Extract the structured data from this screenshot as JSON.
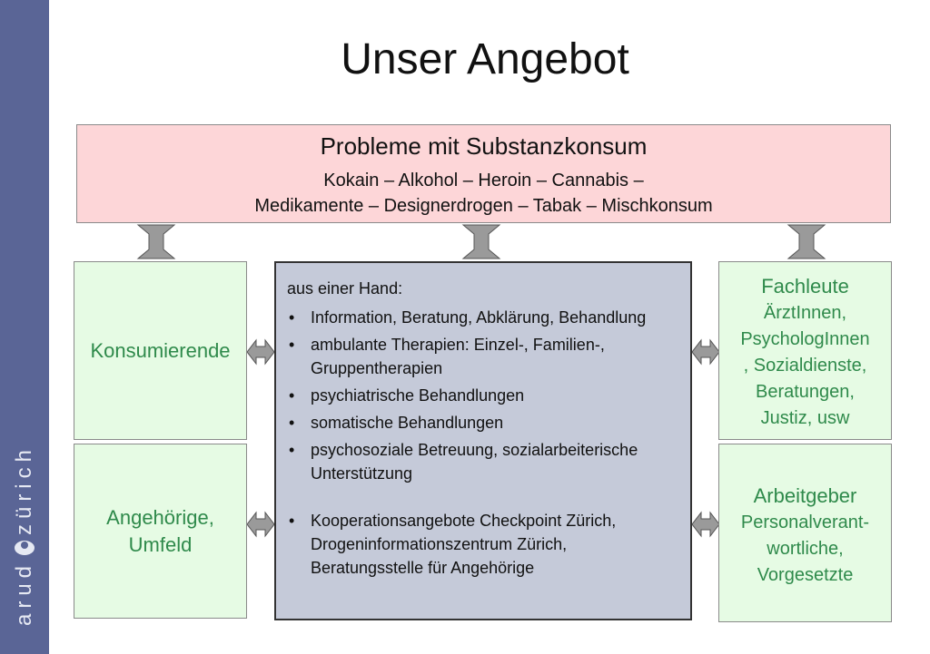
{
  "sidebar": {
    "brand_left": "arud",
    "brand_right": "zürich"
  },
  "title": "Unser Angebot",
  "top_box": {
    "heading": "Probleme mit Substanzkonsum",
    "line1": "Kokain – Alkohol – Heroin – Cannabis –",
    "line2": "Medikamente – Designerdrogen – Tabak – Mischkonsum"
  },
  "left": {
    "konsumierende": "Konsumierende",
    "angehoerige": {
      "line1": "Angehörige,",
      "line2": "Umfeld"
    }
  },
  "center": {
    "intro": "aus einer Hand:",
    "items": [
      "Information, Beratung, Abklärung, Behandlung",
      "ambulante Therapien: Einzel-, Familien-, Gruppentherapien",
      "psychiatrische Behandlungen",
      "somatische Behandlungen",
      "psychosoziale Betreuung, sozialarbeiterische Unterstützung",
      "Kooperationsangebote Checkpoint Zürich, Drogeninformationszentrum Zürich, Beratungsstelle für Angehörige"
    ]
  },
  "right": {
    "fachleute": {
      "title": "Fachleute",
      "lines": [
        "ÄrztInnen,",
        "PsychologInnen",
        ", Sozialdienste,",
        "Beratungen,",
        "Justiz, usw"
      ]
    },
    "arbeitgeber": {
      "title": "Arbeitgeber",
      "lines": [
        "Personalverant-",
        "wortliche,",
        "Vorgesetzte"
      ]
    }
  },
  "colors": {
    "sidebar": "#5a6596",
    "top_box": "#fdd6d8",
    "green_box": "#e6fbe4",
    "green_text": "#2f8a4b",
    "center_box": "#c5cad9",
    "arrow": "#9a9a9a"
  }
}
